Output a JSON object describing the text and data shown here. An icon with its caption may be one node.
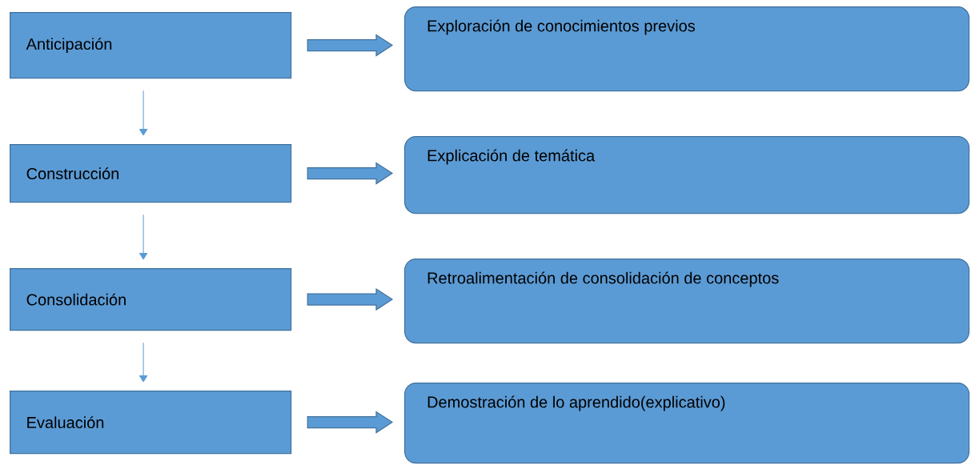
{
  "diagram": {
    "nodes": [
      {
        "text": [
          "Anticipación"
        ]
      },
      {
        "text": [
          "Exploración de conocimientos previos"
        ]
      },
      {
        "text": [
          "Construcción"
        ]
      },
      {
        "text": [
          "Explicación de temática"
        ]
      },
      {
        "text": [
          "Consolidación"
        ]
      },
      {
        "text": [
          "Retroalimentación de consolidación de conceptos"
        ]
      },
      {
        "text": [
          "Evaluación"
        ]
      },
      {
        "text": [
          "Demostración de lo aprendido(explicativo)"
        ]
      }
    ],
    "edges": [
      {
        "from": 0,
        "to": 1,
        "arrow": "to",
        "style": "thick"
      },
      {
        "from": 0,
        "to": 2,
        "arrow": "to"
      },
      {
        "from": 2,
        "to": 3,
        "arrow": "to",
        "style": "thick"
      },
      {
        "from": 2,
        "to": 4,
        "arrow": "to"
      },
      {
        "from": 4,
        "to": 5,
        "arrow": "to",
        "style": "thick"
      },
      {
        "from": 4,
        "to": 6,
        "arrow": "to"
      },
      {
        "from": 6,
        "to": 7,
        "arrow": "to",
        "style": "thick"
      }
    ]
  }
}
